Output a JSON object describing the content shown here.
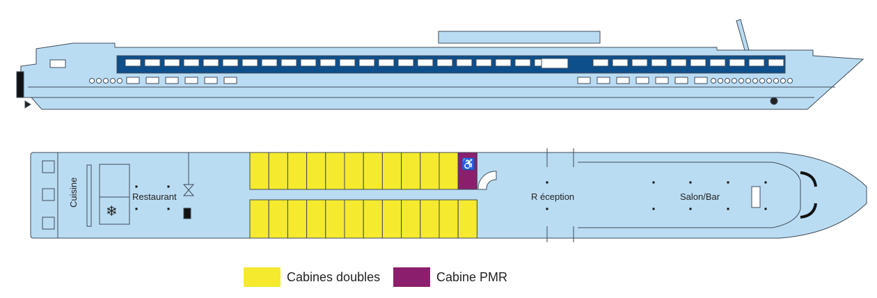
{
  "deck_plan": {
    "rooms": {
      "kitchen": "Cuisine",
      "restaurant": "Restaurant",
      "reception": "R éception",
      "lounge": "Salon/Bar"
    },
    "cabins": {
      "double_cabins_top_row": 11,
      "pmr_cabins_top_row": 1,
      "double_cabins_bottom_row": 12
    }
  },
  "legend": {
    "items": [
      {
        "label": "Cabines doubles",
        "color": "#f5ea2e"
      },
      {
        "label": "Cabine PMR",
        "color": "#8b1f6d"
      }
    ]
  },
  "colors": {
    "hull": "#badcf3",
    "band": "#0d4f8b",
    "outline": "#3d4a58"
  }
}
